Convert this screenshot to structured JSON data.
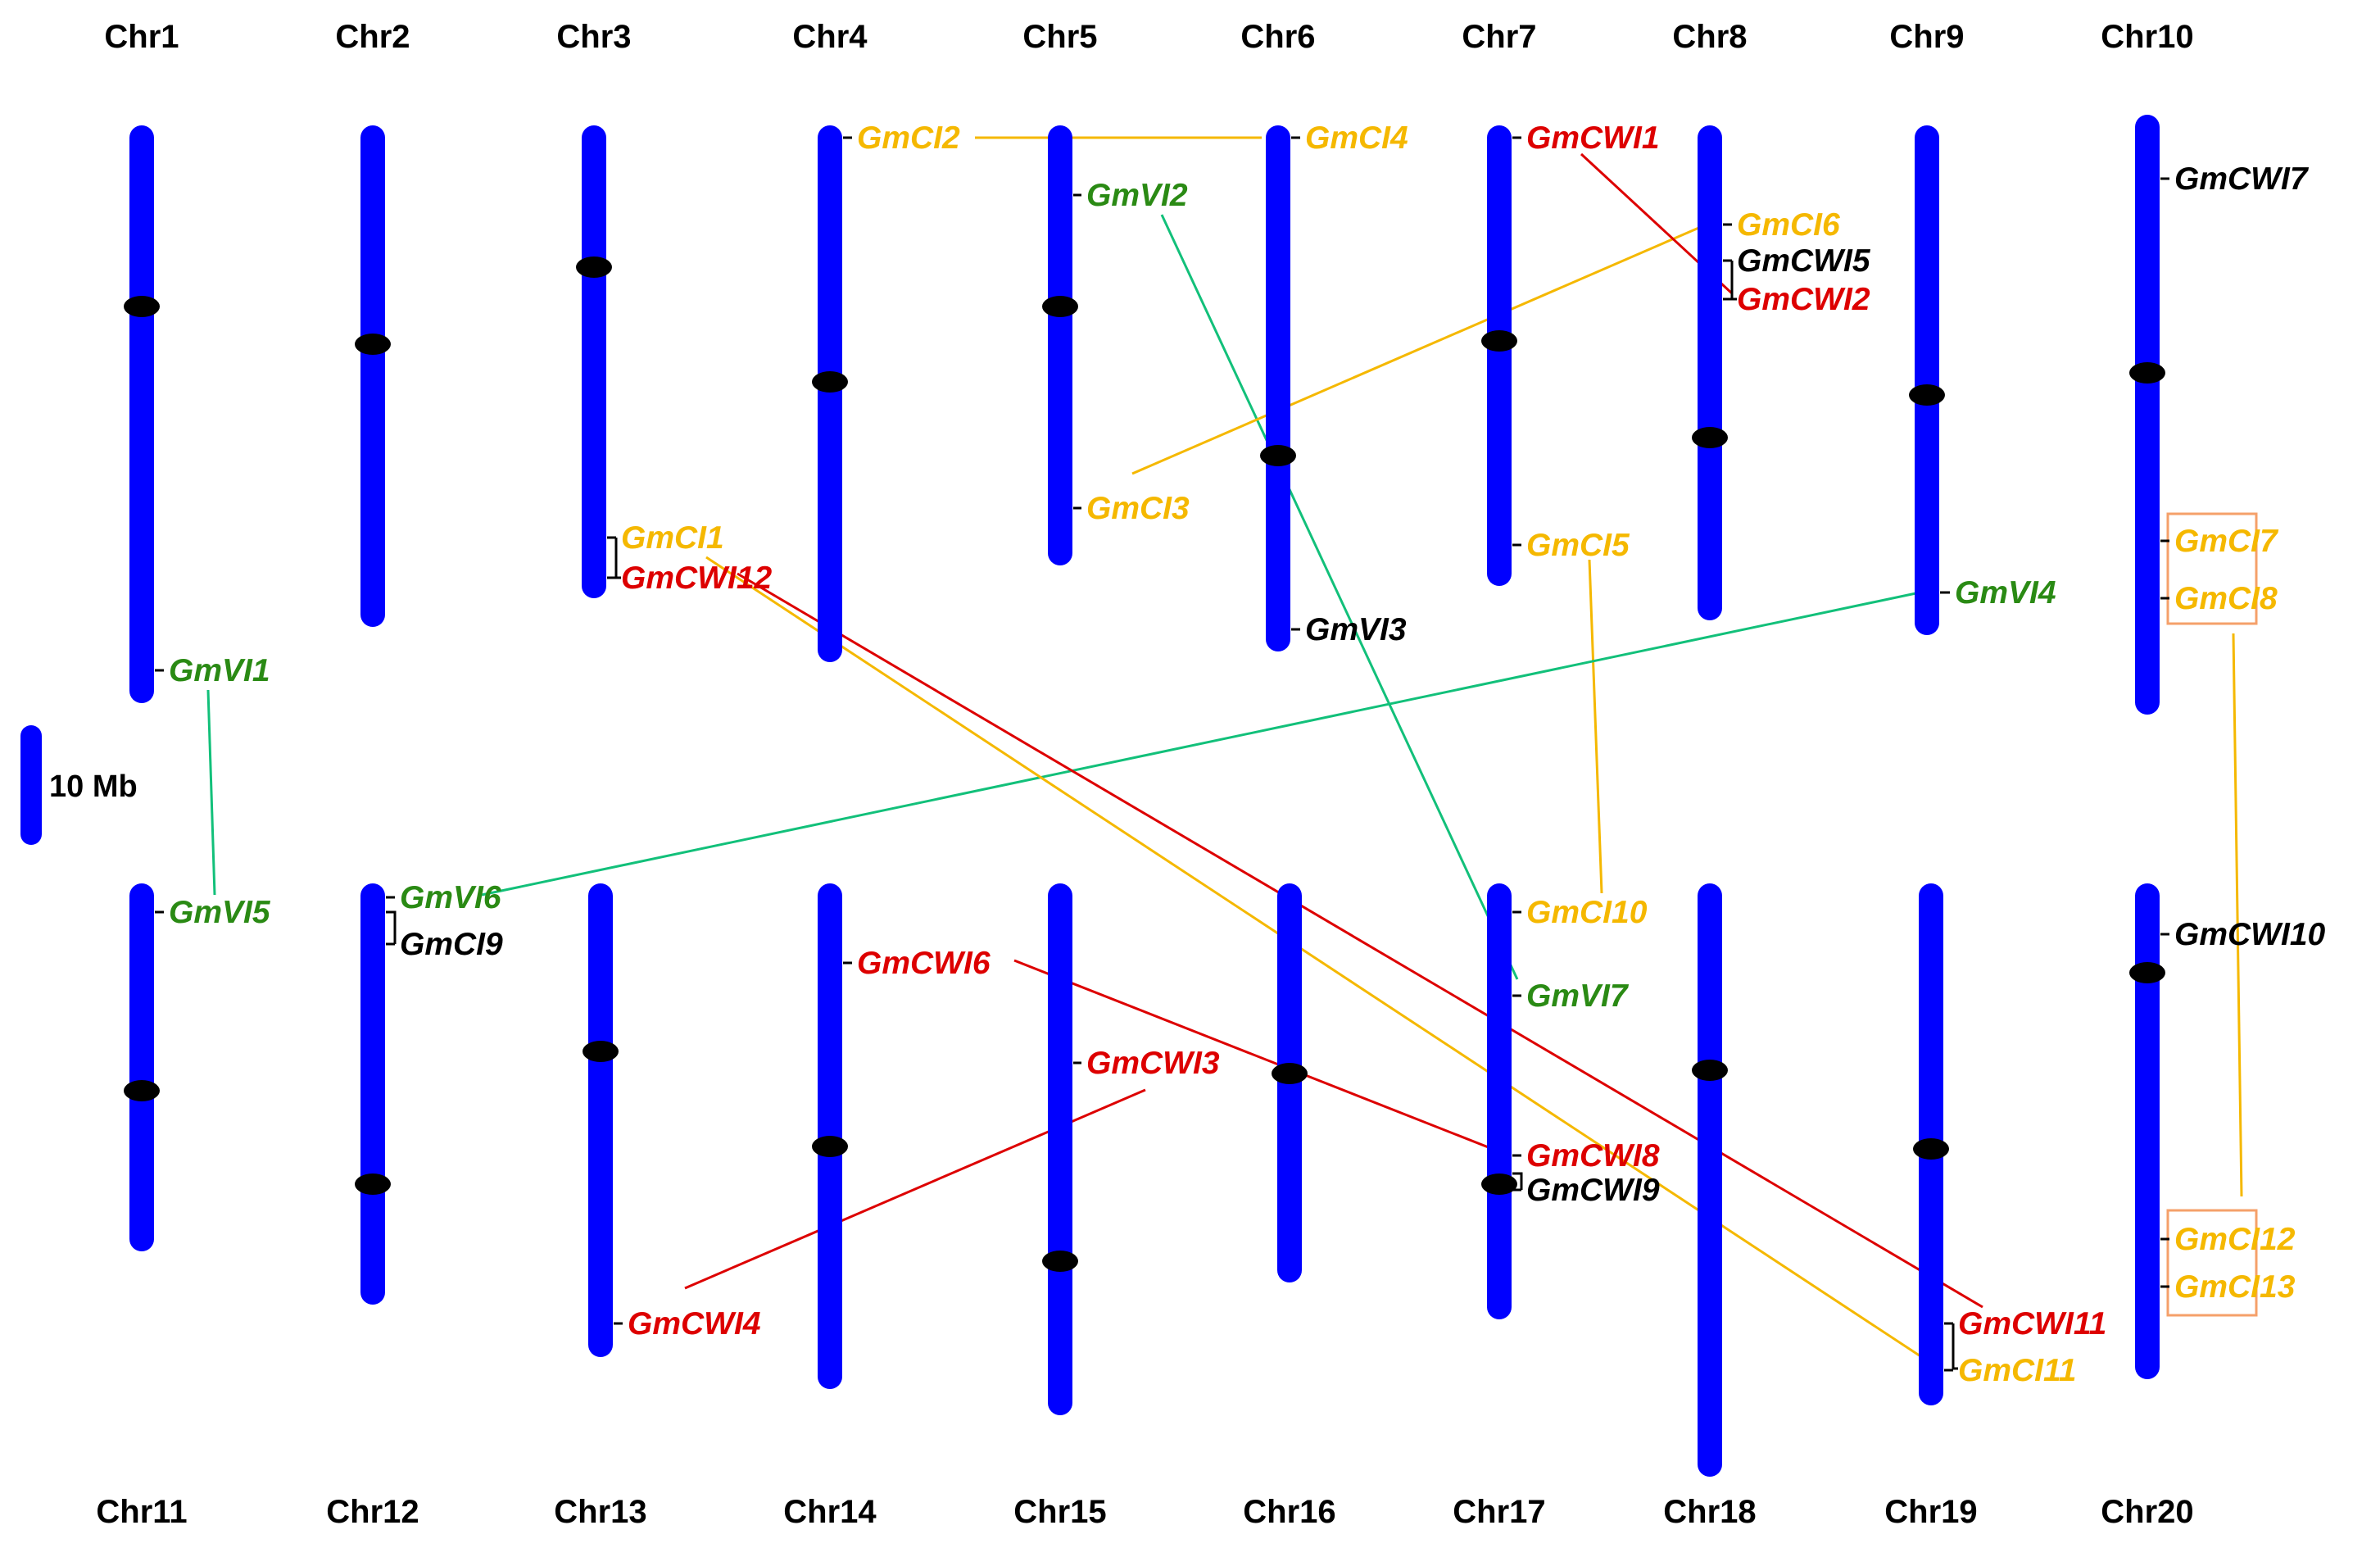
{
  "chromosomes": [
    {
      "id": "chr1",
      "label": "Chr1"
    },
    {
      "id": "chr2",
      "label": "Chr2"
    },
    {
      "id": "chr3",
      "label": "Chr3"
    },
    {
      "id": "chr4",
      "label": "Chr4"
    },
    {
      "id": "chr5",
      "label": "Chr5"
    },
    {
      "id": "chr6",
      "label": "Chr6"
    },
    {
      "id": "chr7",
      "label": "Chr7"
    },
    {
      "id": "chr8",
      "label": "Chr8"
    },
    {
      "id": "chr9",
      "label": "Chr9"
    },
    {
      "id": "chr10",
      "label": "Chr10"
    },
    {
      "id": "chr11",
      "label": "Chr11"
    },
    {
      "id": "chr12",
      "label": "Chr12"
    },
    {
      "id": "chr13",
      "label": "Chr13"
    },
    {
      "id": "chr14",
      "label": "Chr14"
    },
    {
      "id": "chr15",
      "label": "Chr15"
    },
    {
      "id": "chr16",
      "label": "Chr16"
    },
    {
      "id": "chr17",
      "label": "Chr17"
    },
    {
      "id": "chr18",
      "label": "Chr18"
    },
    {
      "id": "chr19",
      "label": "Chr19"
    },
    {
      "id": "chr20",
      "label": "Chr20"
    }
  ],
  "genes": [
    {
      "id": "GmCI2",
      "label": "GmCI2",
      "chromosome": "Chr4",
      "family": "CI"
    },
    {
      "id": "GmCI4",
      "label": "GmCI4",
      "chromosome": "Chr6",
      "family": "CI"
    },
    {
      "id": "GmVI2",
      "label": "GmVI2",
      "chromosome": "Chr5",
      "family": "VI"
    },
    {
      "id": "GmCI3",
      "label": "GmCI3",
      "chromosome": "Chr5",
      "family": "CI"
    },
    {
      "id": "GmVI3",
      "label": "GmVI3",
      "chromosome": "Chr6",
      "family": "unpaired"
    },
    {
      "id": "GmCWI1",
      "label": "GmCWI1",
      "chromosome": "Chr7",
      "family": "CWI"
    },
    {
      "id": "GmCI5",
      "label": "GmCI5",
      "chromosome": "Chr7",
      "family": "CI"
    },
    {
      "id": "GmCI6",
      "label": "GmCI6",
      "chromosome": "Chr8",
      "family": "CI"
    },
    {
      "id": "GmCWI5",
      "label": "GmCWI5",
      "chromosome": "Chr8",
      "family": "unpaired"
    },
    {
      "id": "GmCWI2",
      "label": "GmCWI2",
      "chromosome": "Chr8",
      "family": "CWI"
    },
    {
      "id": "GmVI4",
      "label": "GmVI4",
      "chromosome": "Chr9",
      "family": "VI"
    },
    {
      "id": "GmCWI7",
      "label": "GmCWI7",
      "chromosome": "Chr10",
      "family": "unpaired"
    },
    {
      "id": "GmCI7",
      "label": "GmCI7",
      "chromosome": "Chr10",
      "family": "CI"
    },
    {
      "id": "GmCI8",
      "label": "GmCI8",
      "chromosome": "Chr10",
      "family": "CI"
    },
    {
      "id": "GmCI1",
      "label": "GmCI1",
      "chromosome": "Chr3",
      "family": "CI"
    },
    {
      "id": "GmCWI12",
      "label": "GmCWI12",
      "chromosome": "Chr3",
      "family": "CWI"
    },
    {
      "id": "GmVI1",
      "label": "GmVI1",
      "chromosome": "Chr1",
      "family": "VI"
    },
    {
      "id": "GmVI5",
      "label": "GmVI5",
      "chromosome": "Chr11",
      "family": "VI"
    },
    {
      "id": "GmVI6",
      "label": "GmVI6",
      "chromosome": "Chr12",
      "family": "VI"
    },
    {
      "id": "GmCI9",
      "label": "GmCI9",
      "chromosome": "Chr12",
      "family": "unpaired"
    },
    {
      "id": "GmCWI4",
      "label": "GmCWI4",
      "chromosome": "Chr13",
      "family": "CWI"
    },
    {
      "id": "GmCWI6",
      "label": "GmCWI6",
      "chromosome": "Chr14",
      "family": "CWI"
    },
    {
      "id": "GmCWI3",
      "label": "GmCWI3",
      "chromosome": "Chr15",
      "family": "CWI"
    },
    {
      "id": "GmCI10",
      "label": "GmCI10",
      "chromosome": "Chr17",
      "family": "CI"
    },
    {
      "id": "GmVI7",
      "label": "GmVI7",
      "chromosome": "Chr17",
      "family": "VI"
    },
    {
      "id": "GmCWI8",
      "label": "GmCWI8",
      "chromosome": "Chr17",
      "family": "CWI"
    },
    {
      "id": "GmCWI9",
      "label": "GmCWI9",
      "chromosome": "Chr17",
      "family": "unpaired"
    },
    {
      "id": "GmCWI11",
      "label": "GmCWI11",
      "chromosome": "Chr19",
      "family": "CWI"
    },
    {
      "id": "GmCI11",
      "label": "GmCI11",
      "chromosome": "Chr19",
      "family": "CI"
    },
    {
      "id": "GmCWI10",
      "label": "GmCWI10",
      "chromosome": "Chr20",
      "family": "unpaired"
    },
    {
      "id": "GmCI12",
      "label": "GmCI12",
      "chromosome": "Chr20",
      "family": "CI"
    },
    {
      "id": "GmCI13",
      "label": "GmCI13",
      "chromosome": "Chr20",
      "family": "CI"
    }
  ],
  "links": [
    {
      "from": "GmCI2",
      "to": "GmCI4",
      "family": "CI"
    },
    {
      "from": "GmVI2",
      "to": "GmVI7",
      "family": "VI"
    },
    {
      "from": "GmCI3",
      "to": "GmCI6",
      "family": "CI"
    },
    {
      "from": "GmCWI1",
      "to": "GmCWI2",
      "family": "CWI"
    },
    {
      "from": "GmCI5",
      "to": "GmCI10",
      "family": "CI"
    },
    {
      "from": "GmVI4",
      "to": "GmVI6",
      "family": "VI"
    },
    {
      "from": "GmVI1",
      "to": "GmVI5",
      "family": "VI"
    },
    {
      "from": "GmCI1",
      "to": "GmCI11",
      "family": "CI"
    },
    {
      "from": "GmCWI12",
      "to": "GmCWI11",
      "family": "CWI"
    },
    {
      "from": "GmCWI6",
      "to": "GmCWI8",
      "family": "CWI"
    },
    {
      "from": "GmCWI3",
      "to": "GmCWI4",
      "family": "CWI"
    },
    {
      "from": "GmCI8",
      "to": "GmCI12",
      "family": "CI"
    }
  ],
  "scale_bar": {
    "label": "10 Mb"
  },
  "colors": {
    "chromosome": "#0000ff",
    "centromere": "#000000",
    "CI": "#f5b800",
    "CWI": "#dd0000",
    "VI": "#2a8a14",
    "VI_link": "#12c07a",
    "unpaired": "#000000",
    "tandem_box": "#f5a06a"
  }
}
